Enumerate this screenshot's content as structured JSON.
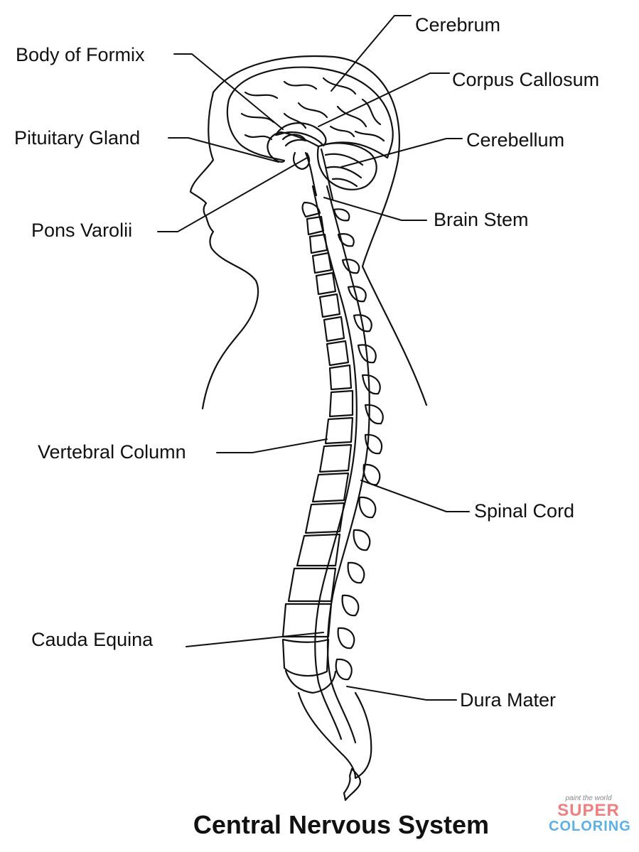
{
  "title": "Central Nervous System",
  "labels": {
    "cerebrum": "Cerebrum",
    "body_of_formix": "Body of Formix",
    "corpus_callosum": "Corpus Callosum",
    "pituitary_gland": "Pituitary Gland",
    "cerebellum": "Cerebellum",
    "pons_varolii": "Pons Varolii",
    "brain_stem": "Brain Stem",
    "vertebral_column": "Vertebral Column",
    "spinal_cord": "Spinal Cord",
    "cauda_equina": "Cauda Equina",
    "dura_mater": "Dura Mater"
  },
  "watermark": {
    "tagline": "paint the world",
    "word1": "SUPER",
    "word2": "COLORING"
  },
  "colors": {
    "ink": "#111111",
    "background": "#ffffff"
  }
}
